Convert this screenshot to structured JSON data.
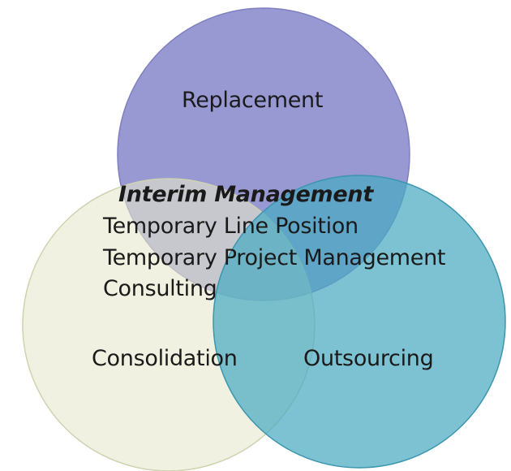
{
  "circles": {
    "top": {
      "label": "Replacement",
      "color": "#9898d2"
    },
    "left": {
      "label": "Consolidation",
      "color": "#e6e8cc"
    },
    "right": {
      "label": "Outsourcing",
      "color": "#5cb4c8"
    }
  },
  "center": {
    "title": "Interim Management",
    "items": [
      "Temporary Line Position",
      "Temporary Project Management",
      "Consulting"
    ]
  }
}
